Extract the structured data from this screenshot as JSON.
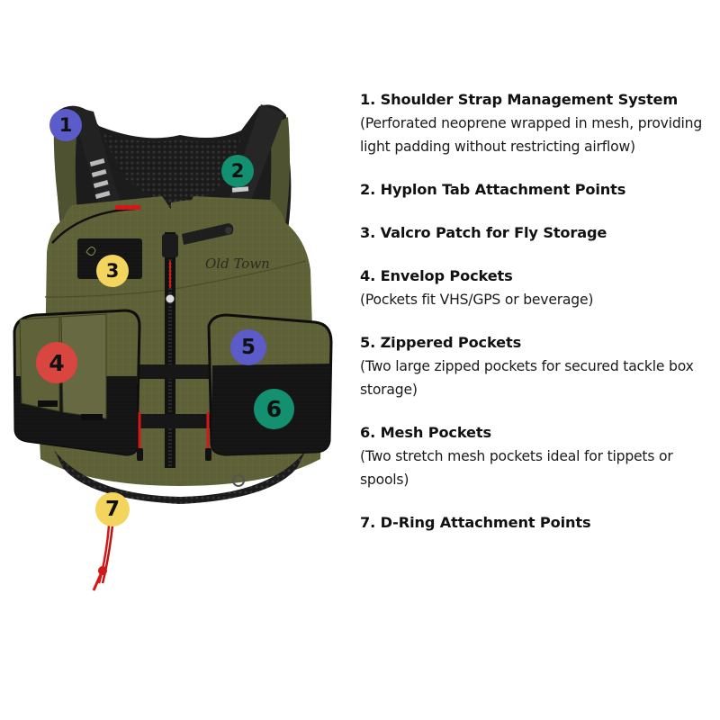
{
  "product": {
    "brand_logo_text": "Old Town",
    "colors": {
      "vest_green": "#5c5f36",
      "vest_green_light": "#6b6e40",
      "black_panel": "#161616",
      "zipper_pull_red": "#d41818"
    }
  },
  "markers": [
    {
      "number": "1",
      "color": "#5b5bc9",
      "target": "shoulder-strap"
    },
    {
      "number": "2",
      "color": "#12906f",
      "target": "hyplon-tab"
    },
    {
      "number": "3",
      "color": "#f3d45c",
      "target": "velcro-patch"
    },
    {
      "number": "4",
      "color": "#d9453f",
      "target": "envelope-pockets"
    },
    {
      "number": "5",
      "color": "#5b5bc9",
      "target": "zippered-pockets"
    },
    {
      "number": "6",
      "color": "#12906f",
      "target": "mesh-pockets"
    },
    {
      "number": "7",
      "color": "#f3d45c",
      "target": "d-ring"
    }
  ],
  "legend": [
    {
      "title": "1. Shoulder Strap Management System",
      "description": "(Perforated neoprene wrapped in mesh, providing light padding without restricting airflow)"
    },
    {
      "title": "2. Hyplon Tab Attachment Points",
      "description": null
    },
    {
      "title": "3. Valcro Patch for Fly Storage",
      "description": null
    },
    {
      "title": "4. Envelop Pockets",
      "description": "(Pockets fit VHS/GPS or beverage)"
    },
    {
      "title": "5. Zippered Pockets",
      "description": "(Two large zipped pockets for secured tackle box storage)"
    },
    {
      "title": "6. Mesh Pockets",
      "description": "(Two stretch mesh pockets ideal for tippets or spools)"
    },
    {
      "title": "7. D-Ring Attachment Points",
      "description": null
    }
  ]
}
